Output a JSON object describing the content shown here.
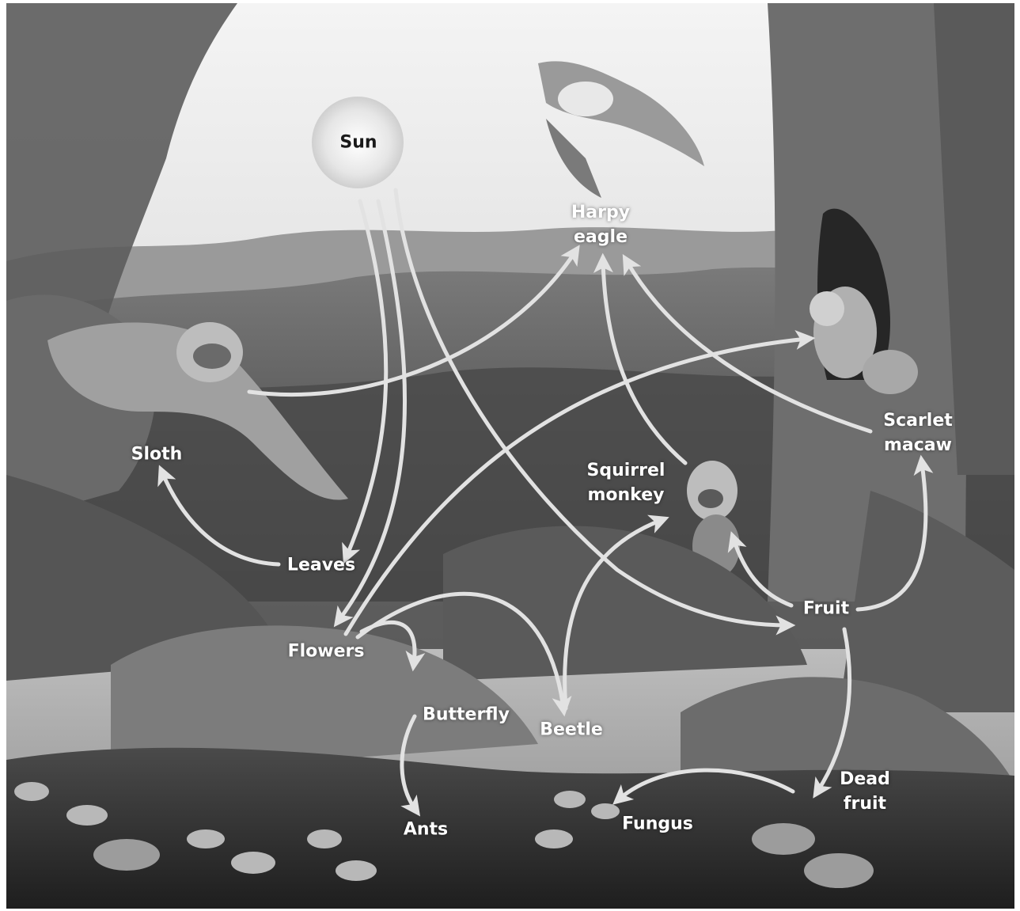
{
  "labels": {
    "sun": "Sun",
    "harpy_eagle": [
      "Harpy",
      "eagle"
    ],
    "sloth": "Sloth",
    "scarlet_macaw": [
      "Scarlet",
      "macaw"
    ],
    "squirrel_monkey": [
      "Squirrel",
      "monkey"
    ],
    "leaves": "Leaves",
    "flowers": "Flowers",
    "fruit": "Fruit",
    "butterfly": "Butterfly",
    "beetle": "Beetle",
    "ants": "Ants",
    "fungus": "Fungus",
    "dead_fruit": [
      "Dead",
      "fruit"
    ]
  },
  "arrows": [
    {
      "from": "sun",
      "to": "leaves"
    },
    {
      "from": "sun",
      "to": "flowers"
    },
    {
      "from": "sun",
      "to": "fruit"
    },
    {
      "from": "sloth",
      "to": "harpy_eagle"
    },
    {
      "from": "leaves",
      "to": "sloth"
    },
    {
      "from": "flowers",
      "to": "scarlet_macaw"
    },
    {
      "from": "flowers",
      "to": "butterfly"
    },
    {
      "from": "flowers",
      "to": "beetle"
    },
    {
      "from": "beetle",
      "to": "squirrel_monkey"
    },
    {
      "from": "squirrel_monkey",
      "to": "harpy_eagle"
    },
    {
      "from": "scarlet_macaw",
      "to": "harpy_eagle"
    },
    {
      "from": "fruit",
      "to": "squirrel_monkey"
    },
    {
      "from": "fruit",
      "to": "scarlet_macaw"
    },
    {
      "from": "fruit",
      "to": "dead_fruit"
    },
    {
      "from": "butterfly",
      "to": "ants"
    },
    {
      "from": "dead_fruit",
      "to": "fungus"
    }
  ],
  "colors": {
    "arrow": "#e2e2e2",
    "label_text": "#ffffff",
    "sun_text": "#1a1a1a",
    "sky": "#efefef",
    "canopy": "#3a3a3a",
    "ground": "#2b2b2b"
  }
}
